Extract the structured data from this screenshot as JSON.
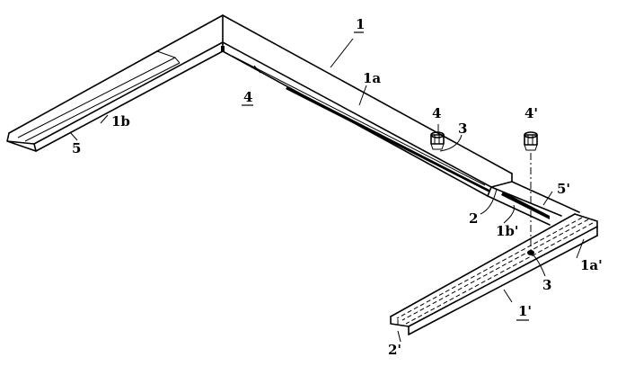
{
  "labels": {
    "frame": "1",
    "frame_a": "1a",
    "frame_b": "1b",
    "gap": "2",
    "hole": "3",
    "hole_far": "3",
    "screw": "4",
    "screw_prime": "4'",
    "channel_4": "4",
    "channel_5": "5",
    "frame_prime": "1'",
    "frame_a_prime": "1a'",
    "frame_b_prime": "1b'",
    "gap_prime": "2'",
    "channel_5_prime": "5'",
    "hole_prime": "3"
  }
}
